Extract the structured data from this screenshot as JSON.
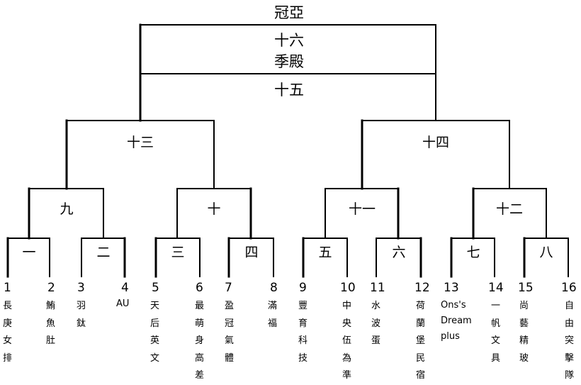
{
  "diagram": {
    "runner_up_label": "冠亞",
    "final_label": "十六",
    "third_place_label": "季殿",
    "semifinal_label": "十五",
    "matches": {
      "m1": "一",
      "m2": "二",
      "m3": "三",
      "m4": "四",
      "m5": "五",
      "m6": "六",
      "m7": "七",
      "m8": "八",
      "m9": "九",
      "m10": "十",
      "m11": "十一",
      "m12": "十二",
      "m13": "十三",
      "m14": "十四"
    },
    "teams": [
      {
        "seed": "1",
        "name": "長庚女排"
      },
      {
        "seed": "2",
        "name": "鮪魚肚"
      },
      {
        "seed": "3",
        "name": "羽鈦"
      },
      {
        "seed": "4",
        "name": "AU"
      },
      {
        "seed": "5",
        "name": "天后英文"
      },
      {
        "seed": "6",
        "name": "最萌身高差"
      },
      {
        "seed": "7",
        "name": "盈冠氣體"
      },
      {
        "seed": "8",
        "name": "滿福"
      },
      {
        "seed": "9",
        "name": "豐育科技"
      },
      {
        "seed": "10",
        "name": "中央伍為準"
      },
      {
        "seed": "11",
        "name": "水波蛋"
      },
      {
        "seed": "12",
        "name": "荷蘭堡民宿"
      },
      {
        "seed": "13",
        "name": "Ons's\nDream\nplus"
      },
      {
        "seed": "14",
        "name": "一帆文具"
      },
      {
        "seed": "15",
        "name": "尚藝精玻"
      },
      {
        "seed": "16",
        "name": "自由突擊隊"
      }
    ]
  }
}
